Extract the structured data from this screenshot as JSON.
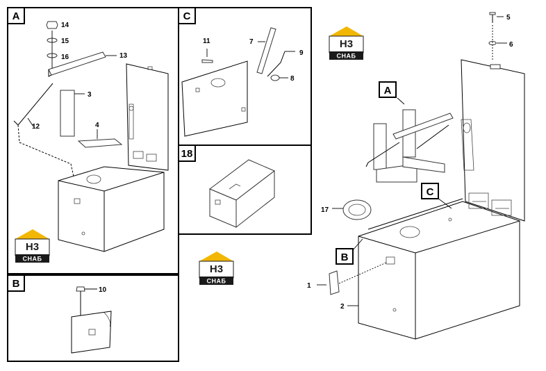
{
  "panels": {
    "A": {
      "label": "A"
    },
    "B": {
      "label": "B"
    },
    "C": {
      "label": "C"
    },
    "P18": {
      "label": "18"
    }
  },
  "main_callouts": {
    "A": "A",
    "B": "B",
    "C": "C"
  },
  "parts": {
    "p1": "1",
    "p2": "2",
    "p3": "3",
    "p4": "4",
    "p5": "5",
    "p6": "6",
    "p7": "7",
    "p8": "8",
    "p9": "9",
    "p10": "10",
    "p11": "11",
    "p12": "12",
    "p13": "13",
    "p14": "14",
    "p15": "15",
    "p16": "16",
    "p17": "17"
  },
  "logo": {
    "top": "H3",
    "bottom": "СНАБ",
    "accent_color": "#f2b705",
    "dark_color": "#1a1a1a"
  }
}
